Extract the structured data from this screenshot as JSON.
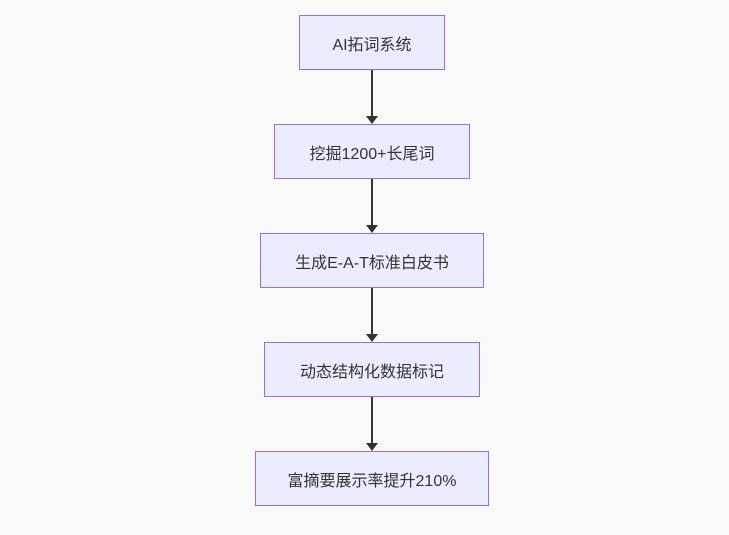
{
  "diagram": {
    "type": "flowchart",
    "direction": "top-down",
    "nodes": [
      {
        "label": "AI拓词系统"
      },
      {
        "label": "挖掘1200+长尾词"
      },
      {
        "label": "生成E-A-T标准白皮书"
      },
      {
        "label": "动态结构化数据标记"
      },
      {
        "label": "富摘要展示率提升210%"
      }
    ],
    "edges": [
      {
        "from": "AI拓词系统",
        "to": "挖掘1200+长尾词"
      },
      {
        "from": "挖掘1200+长尾词",
        "to": "生成E-A-T标准白皮书"
      },
      {
        "from": "生成E-A-T标准白皮书",
        "to": "动态结构化数据标记"
      },
      {
        "from": "动态结构化数据标记",
        "to": "富摘要展示率提升210%"
      }
    ],
    "colors": {
      "node_fill": "#ececff",
      "node_border": "#9370db",
      "node_text": "#333333",
      "arrow": "#333333",
      "page_background": "#f9f9f9"
    }
  }
}
